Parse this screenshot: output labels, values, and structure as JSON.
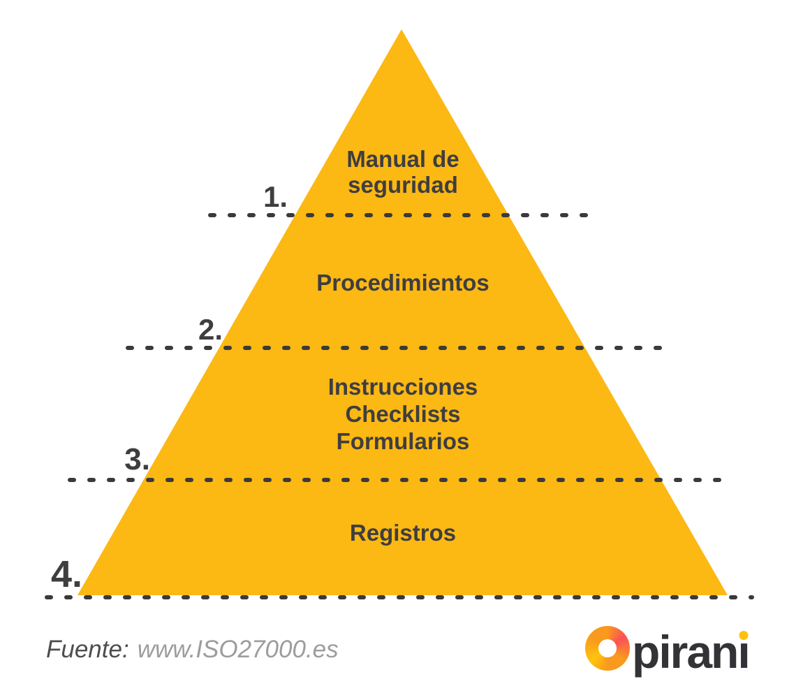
{
  "colors": {
    "pyramid_fill": "#FCB813",
    "level_text": "#3E3E40",
    "number_text": "#3E3E40",
    "dotted_line": "#3A3A3A",
    "source_label": "#4D4D4D",
    "source_url": "#9C9C9C",
    "brand_text": "#323237",
    "brand_accent": "#FFC10D",
    "donut_orange": "#F9991D",
    "donut_red": "#FA5157",
    "donut_yellow": "#FFC30D"
  },
  "pyramid": {
    "levels": [
      {
        "number": "1.",
        "label": "Manual de\nseguridad"
      },
      {
        "number": "2.",
        "label": "Procedimientos"
      },
      {
        "number": "3.",
        "label": "Instrucciones\nChecklists\nFormularios"
      },
      {
        "number": "4.",
        "label": "Registros"
      }
    ]
  },
  "footer": {
    "source_label": "Fuente:",
    "source_url": "www.ISO27000.es"
  },
  "logo": {
    "brand_main": "piran",
    "brand_last_letter": "ı",
    "icon_name": "pirani-donut-icon"
  }
}
